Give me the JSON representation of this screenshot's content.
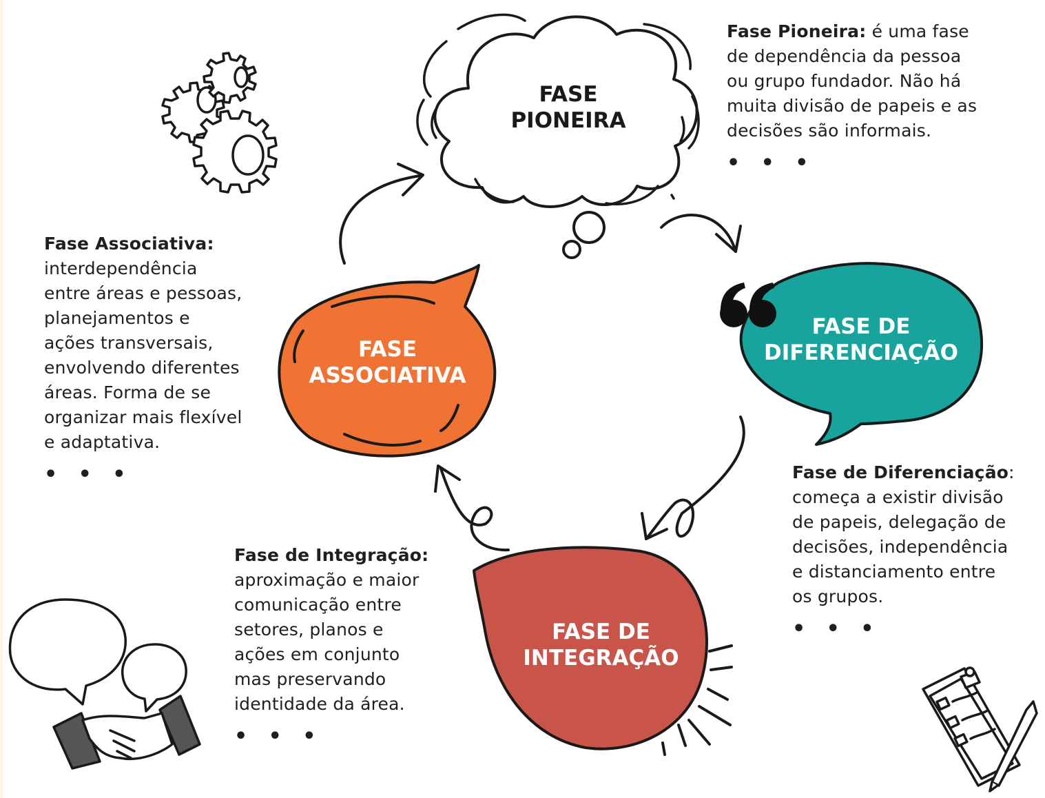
{
  "phases": {
    "pioneira": {
      "title_line1": "FASE",
      "title_line2": "PIONEIRA",
      "color": "#ffffff",
      "text_color": "#1a1a1a"
    },
    "diferenciacao": {
      "title_line1": "FASE DE",
      "title_line2": "DIFERENCIAÇÃO",
      "color": "#18a39c",
      "text_color": "#ffffff"
    },
    "integracao": {
      "title_line1": "FASE DE",
      "title_line2": "INTEGRAÇÃO",
      "color": "#c9544a",
      "text_color": "#ffffff"
    },
    "associativa": {
      "title_line1": "FASE",
      "title_line2": "ASSOCIATIVA",
      "color": "#f07333",
      "text_color": "#ffffff"
    }
  },
  "descriptions": {
    "pioneira": {
      "heading": "Fase Pioneira:",
      "body_first": " é uma fase",
      "lines": [
        "de dependência da pessoa",
        "ou grupo fundador. Não há",
        "muita divisão de papeis e as",
        "decisões são informais."
      ],
      "dots": "• • •"
    },
    "diferenciacao": {
      "heading": "Fase de Diferenciação",
      "heading_suffix": ":",
      "lines": [
        "começa a existir divisão",
        "de papeis, delegação de",
        "decisões, independência",
        "e distanciamento entre",
        "os grupos."
      ],
      "dots": "• • •"
    },
    "integracao": {
      "heading": "Fase de Integração:",
      "lines": [
        "aproximação e maior",
        "comunicação entre",
        "setores, planos e",
        "ações em conjunto",
        "mas preservando",
        "identidade da área."
      ],
      "dots": "• • •"
    },
    "associativa": {
      "heading": "Fase Associativa:",
      "lines": [
        "interdependência",
        "entre áreas e pessoas,",
        "planejamentos e",
        "ações transversais,",
        "envolvendo diferentes",
        "áreas. Forma de se",
        "organizar mais flexível",
        "e adaptativa."
      ],
      "dots": "• • •"
    }
  },
  "icons": [
    "gears-icon",
    "handshake-speech-icon",
    "clipboard-checklist-icon",
    "quote-mark-icon"
  ]
}
